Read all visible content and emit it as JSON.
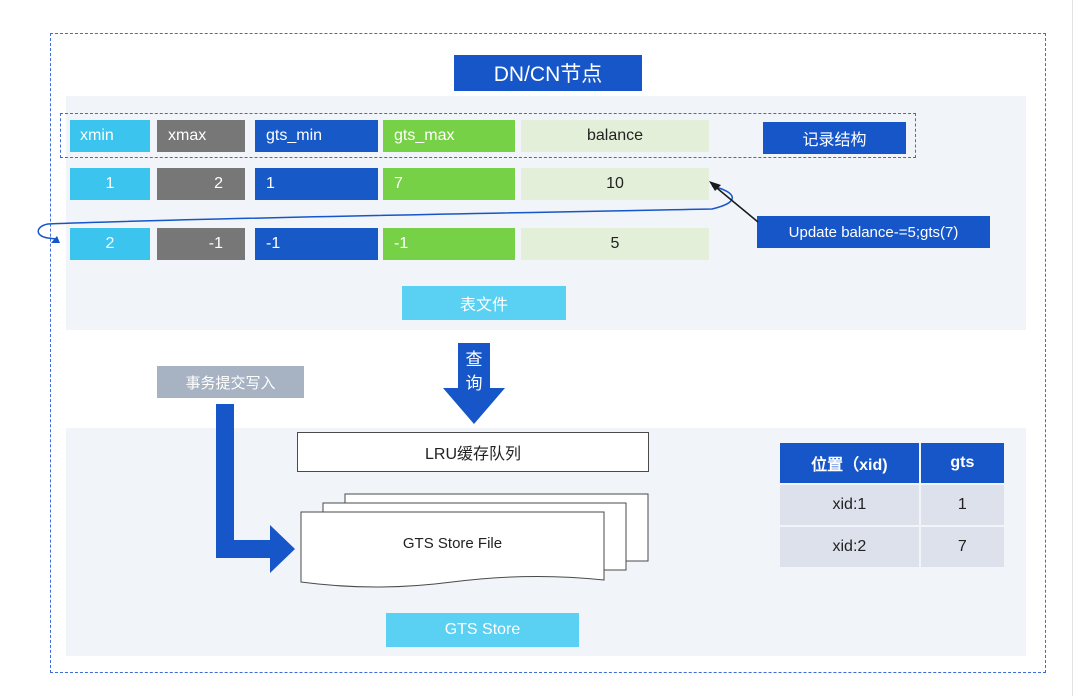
{
  "title": "DN/CN节点",
  "record_label": "记录结构",
  "columns": [
    "xmin",
    "xmax",
    "gts_min",
    "gts_max",
    "balance"
  ],
  "rows": [
    [
      "1",
      "2",
      "1",
      "7",
      "10"
    ],
    [
      "2",
      "-1",
      "-1",
      "-1",
      "5"
    ]
  ],
  "update_label": "Update balance-=5;gts(7)",
  "table_file_label": "表文件",
  "query_label": "查询",
  "commit_label": "事务提交写入",
  "lru_label": "LRU缓存队列",
  "store_file_label": "GTS Store File",
  "store_label": "GTS Store",
  "position_table": {
    "headers": [
      "位置（xid)",
      "gts"
    ],
    "rows": [
      [
        "xid:1",
        "1"
      ],
      [
        "xid:2",
        "7"
      ]
    ]
  },
  "colors": {
    "primary_blue": "#1656c8",
    "cyan": "#3ac4ee",
    "gray": "#777777",
    "green": "#77d146",
    "pale_green": "#e3efd9",
    "panel": "#f1f4f8"
  }
}
